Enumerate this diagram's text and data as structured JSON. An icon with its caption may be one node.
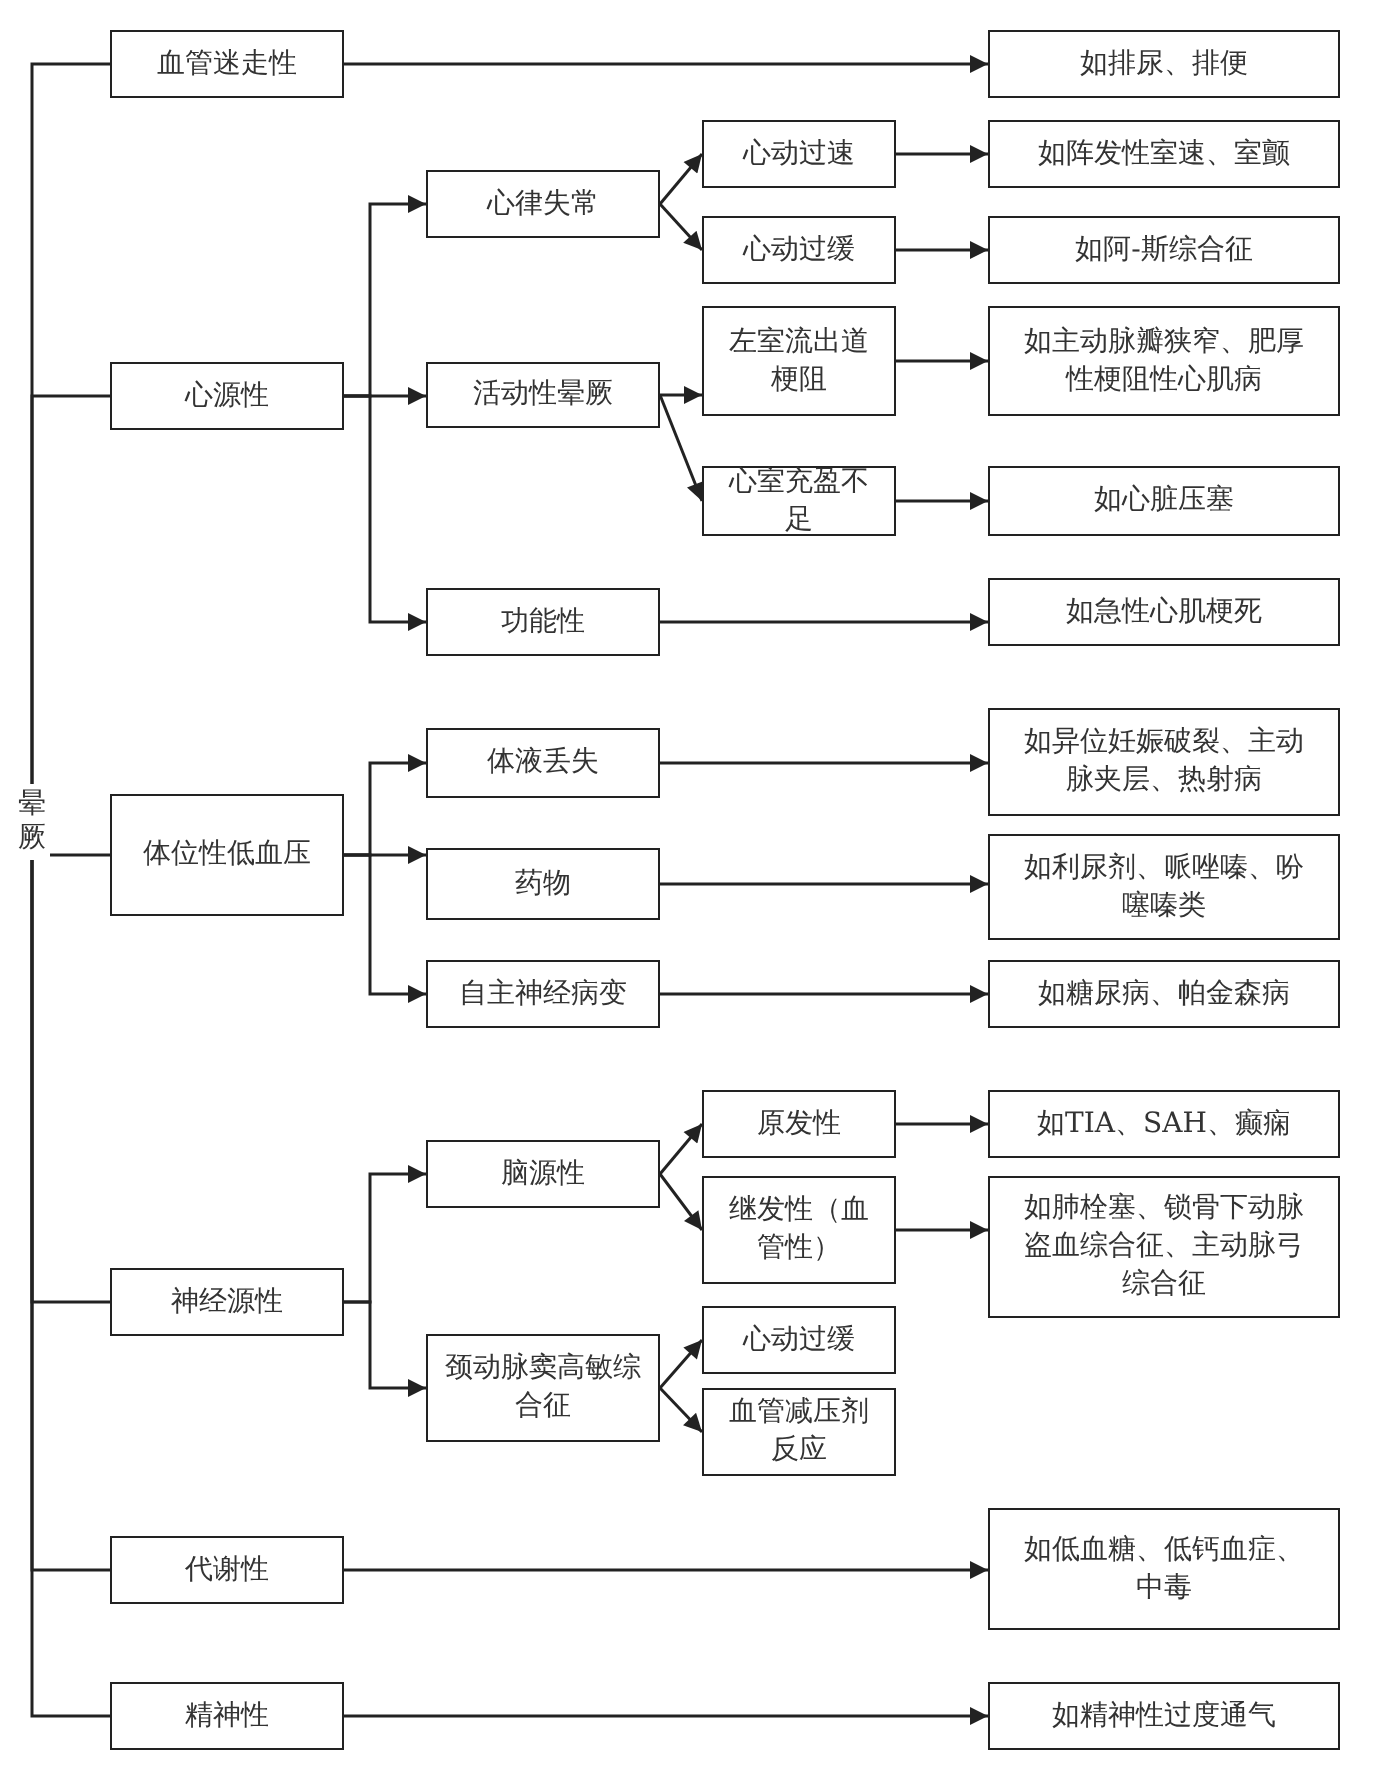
{
  "diagram": {
    "nodes": [
      {
        "text": [
          "晕厥"
        ]
      },
      {
        "text": [
          "血管迷走性"
        ]
      },
      {
        "text": [
          "如排尿、排便"
        ]
      },
      {
        "text": [
          "心源性"
        ]
      },
      {
        "text": [
          "心律失常"
        ]
      },
      {
        "text": [
          "心动过速"
        ]
      },
      {
        "text": [
          "如阵发性室速、室颤"
        ]
      },
      {
        "text": [
          "心动过缓"
        ]
      },
      {
        "text": [
          "如阿-斯综合征"
        ]
      },
      {
        "text": [
          "活动性晕厥"
        ]
      },
      {
        "text": [
          "左室流出道梗阻"
        ]
      },
      {
        "text": [
          "如主动脉瓣狭窄、肥厚性梗阻性心肌病"
        ]
      },
      {
        "text": [
          "心室充盈不足"
        ]
      },
      {
        "text": [
          "如心脏压塞"
        ]
      },
      {
        "text": [
          "功能性"
        ]
      },
      {
        "text": [
          "如急性心肌梗死"
        ]
      },
      {
        "text": [
          "体位性低血压"
        ]
      },
      {
        "text": [
          "体液丢失"
        ]
      },
      {
        "text": [
          "如异位妊娠破裂、主动脉夹层、热射病"
        ]
      },
      {
        "text": [
          "药物"
        ]
      },
      {
        "text": [
          "如利尿剂、哌唑嗪、吩噻嗪类"
        ]
      },
      {
        "text": [
          "自主神经病变"
        ]
      },
      {
        "text": [
          "如糖尿病、帕金森病"
        ]
      },
      {
        "text": [
          "神经源性"
        ]
      },
      {
        "text": [
          "脑源性"
        ]
      },
      {
        "text": [
          "原发性"
        ]
      },
      {
        "text": [
          "如TIA、SAH、癫痫"
        ]
      },
      {
        "text": [
          "继发性（血管性）"
        ]
      },
      {
        "text": [
          "如肺栓塞、锁骨下动脉盗血综合征、主动脉弓综合征"
        ]
      },
      {
        "text": [
          "颈动脉窦高敏综合征"
        ]
      },
      {
        "text": [
          "心动过缓"
        ]
      },
      {
        "text": [
          "血管减压剂反应"
        ]
      },
      {
        "text": [
          "代谢性"
        ]
      },
      {
        "text": [
          "如低血糖、低钙血症、中毒"
        ]
      },
      {
        "text": [
          "精神性"
        ]
      },
      {
        "text": [
          "如精神性过度通气"
        ]
      }
    ],
    "edges": [
      {
        "from": 0,
        "to": 1,
        "arrow": "none"
      },
      {
        "from": 0,
        "to": 3,
        "arrow": "none"
      },
      {
        "from": 0,
        "to": 16,
        "arrow": "none"
      },
      {
        "from": 0,
        "to": 23,
        "arrow": "none"
      },
      {
        "from": 0,
        "to": 32,
        "arrow": "none"
      },
      {
        "from": 0,
        "to": 34,
        "arrow": "none"
      },
      {
        "from": 1,
        "to": 2,
        "arrow": "to"
      },
      {
        "from": 3,
        "to": 4,
        "arrow": "to"
      },
      {
        "from": 3,
        "to": 9,
        "arrow": "to"
      },
      {
        "from": 3,
        "to": 14,
        "arrow": "to"
      },
      {
        "from": 4,
        "to": 5,
        "arrow": "to"
      },
      {
        "from": 4,
        "to": 7,
        "arrow": "to"
      },
      {
        "from": 5,
        "to": 6,
        "arrow": "to"
      },
      {
        "from": 7,
        "to": 8,
        "arrow": "to"
      },
      {
        "from": 9,
        "to": 10,
        "arrow": "to"
      },
      {
        "from": 9,
        "to": 12,
        "arrow": "to"
      },
      {
        "from": 10,
        "to": 11,
        "arrow": "to"
      },
      {
        "from": 12,
        "to": 13,
        "arrow": "to"
      },
      {
        "from": 14,
        "to": 15,
        "arrow": "to"
      },
      {
        "from": 16,
        "to": 17,
        "arrow": "to"
      },
      {
        "from": 16,
        "to": 19,
        "arrow": "to"
      },
      {
        "from": 16,
        "to": 21,
        "arrow": "to"
      },
      {
        "from": 17,
        "to": 18,
        "arrow": "to"
      },
      {
        "from": 19,
        "to": 20,
        "arrow": "to"
      },
      {
        "from": 21,
        "to": 22,
        "arrow": "to"
      },
      {
        "from": 23,
        "to": 24,
        "arrow": "to"
      },
      {
        "from": 23,
        "to": 29,
        "arrow": "to"
      },
      {
        "from": 24,
        "to": 25,
        "arrow": "to"
      },
      {
        "from": 24,
        "to": 27,
        "arrow": "to"
      },
      {
        "from": 25,
        "to": 26,
        "arrow": "to"
      },
      {
        "from": 27,
        "to": 28,
        "arrow": "to"
      },
      {
        "from": 29,
        "to": 30,
        "arrow": "to"
      },
      {
        "from": 29,
        "to": 31,
        "arrow": "to"
      },
      {
        "from": 32,
        "to": 33,
        "arrow": "to"
      },
      {
        "from": 34,
        "to": 35,
        "arrow": "to"
      }
    ]
  }
}
